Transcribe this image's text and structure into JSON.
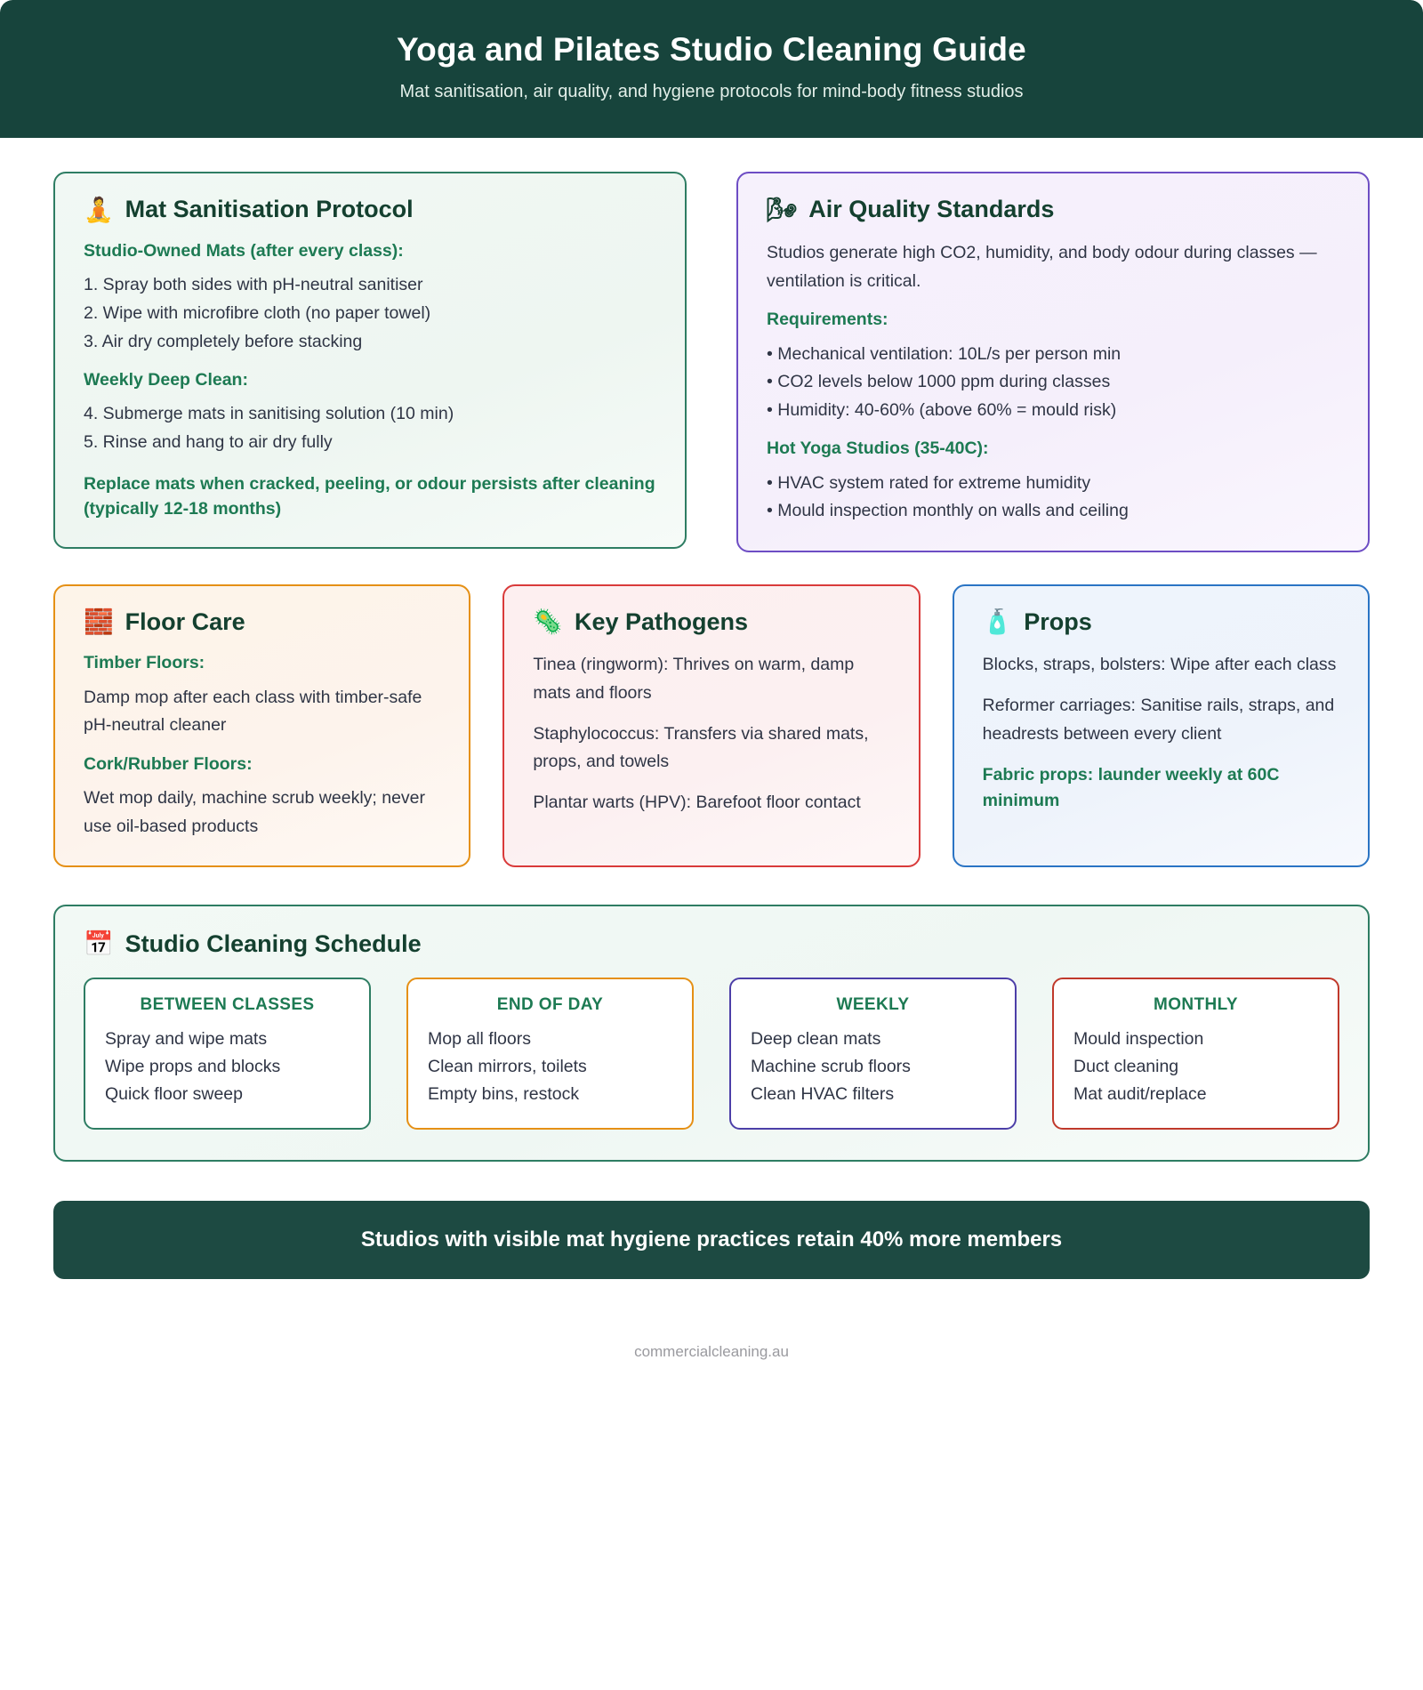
{
  "header": {
    "title": "Yoga and Pilates Studio Cleaning Guide",
    "subtitle": "Mat sanitisation, air quality, and hygiene protocols for mind-body fitness studios"
  },
  "colors": {
    "header_bg": "#17443c",
    "banner_bg": "#1d4a42",
    "heading": "#14402f",
    "accent_green": "#1d7a53",
    "border_green": "#2e7d63",
    "border_purple": "#6d4dc4",
    "border_orange": "#e59015",
    "border_red": "#d93a3a",
    "border_blue": "#2a74c4"
  },
  "cards": {
    "mat": {
      "icon": "person-in-lotus-position-icon",
      "icon_glyph": "🧘",
      "title": "Mat Sanitisation Protocol",
      "sub1": "Studio-Owned Mats (after every class):",
      "steps1": [
        "1. Spray both sides with pH-neutral sanitiser",
        "2. Wipe with microfibre cloth (no paper towel)",
        "3. Air dry completely before stacking"
      ],
      "sub2": "Weekly Deep Clean:",
      "steps2": [
        "4. Submerge mats in sanitising solution (10 min)",
        "5. Rinse and hang to air dry fully"
      ],
      "note": "Replace mats when cracked, peeling, or odour persists after cleaning (typically 12-18 months)"
    },
    "air": {
      "icon": "wind-face-icon",
      "icon_glyph": "🌬",
      "title": "Air Quality Standards",
      "intro": "Studios generate high CO2, humidity, and body odour during classes — ventilation is critical.",
      "sub1": "Requirements:",
      "items1": [
        "• Mechanical ventilation: 10L/s per person min",
        "• CO2 levels below 1000 ppm during classes",
        "• Humidity: 40-60% (above 60% = mould risk)"
      ],
      "sub2": "Hot Yoga Studios (35-40C):",
      "items2": [
        "• HVAC system rated for extreme humidity",
        "• Mould inspection monthly on walls and ceiling"
      ]
    },
    "floor": {
      "icon": "brick-icon",
      "icon_glyph": "🧱",
      "title": "Floor Care",
      "sub1": "Timber Floors:",
      "body1": "Damp mop after each class with timber-safe pH-neutral cleaner",
      "sub2": "Cork/Rubber Floors:",
      "body2": "Wet mop daily, machine scrub weekly; never use oil-based products"
    },
    "pathogens": {
      "icon": "microbe-icon",
      "icon_glyph": "🦠",
      "title": "Key Pathogens",
      "entries": [
        "Tinea (ringworm): Thrives on warm, damp mats and floors",
        "Staphylococcus: Transfers via shared mats, props, and towels",
        "Plantar warts (HPV): Barefoot floor contact"
      ]
    },
    "props": {
      "icon": "lotion-bottle-icon",
      "icon_glyph": "🧴",
      "title": "Props",
      "entries": [
        "Blocks, straps, bolsters: Wipe after each class",
        "Reformer carriages: Sanitise rails, straps, and headrests between every client"
      ],
      "note": "Fabric props: launder weekly at 60C minimum"
    }
  },
  "schedule": {
    "icon": "calendar-icon",
    "icon_glyph": "📅",
    "title": "Studio Cleaning Schedule",
    "boxes": [
      {
        "label": "BETWEEN CLASSES",
        "items": [
          "Spray and wipe mats",
          "Wipe props and blocks",
          "Quick floor sweep"
        ]
      },
      {
        "label": "END OF DAY",
        "items": [
          "Mop all floors",
          "Clean mirrors, toilets",
          "Empty bins, restock"
        ]
      },
      {
        "label": "WEEKLY",
        "items": [
          "Deep clean mats",
          "Machine scrub floors",
          "Clean HVAC filters"
        ]
      },
      {
        "label": "MONTHLY",
        "items": [
          "Mould inspection",
          "Duct cleaning",
          "Mat audit/replace"
        ]
      }
    ]
  },
  "banner": {
    "text": "Studios with visible mat hygiene practices retain 40% more members"
  },
  "attribution": "commercialcleaning.au"
}
